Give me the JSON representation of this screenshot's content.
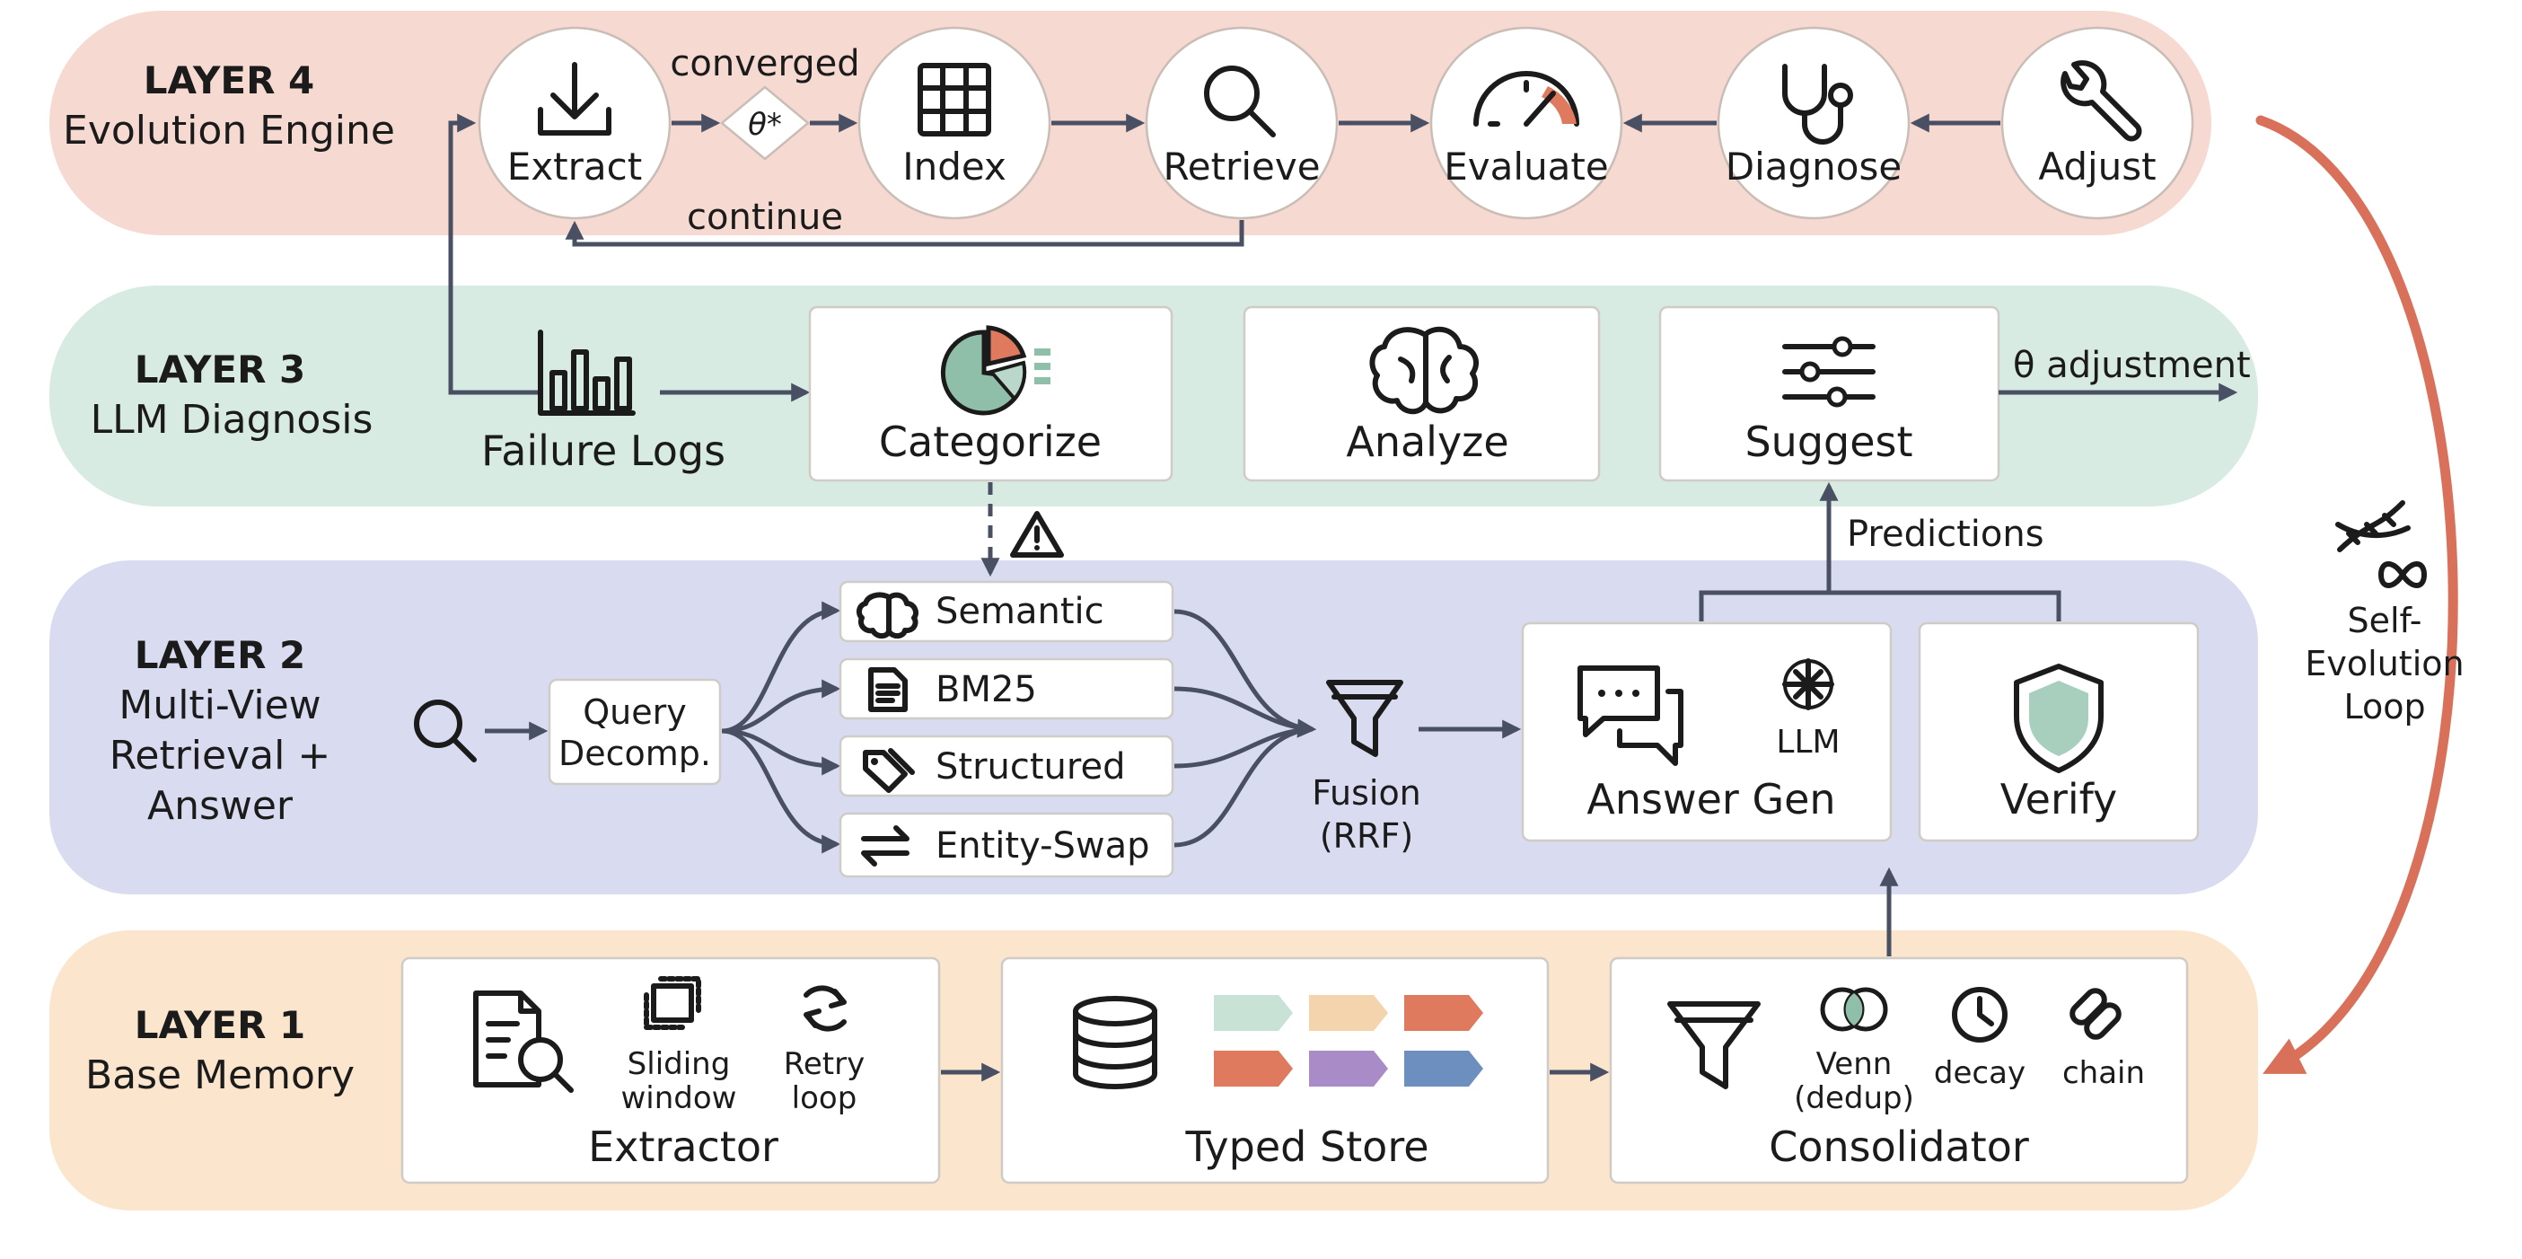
{
  "colors": {
    "layer4_band": "#f6d9d1",
    "layer3_band": "#d8ebe2",
    "layer2_band": "#d9dcf0",
    "layer1_band": "#fbe5cd",
    "arrow": "#4a5063",
    "loop_arrow": "#d9705a",
    "tag_colors": [
      "#c9e2d6",
      "#f4d4ad",
      "#e07a5f",
      "#e07a5f",
      "#a98bc8",
      "#6d8fbf"
    ]
  },
  "layer4": {
    "title": "LAYER 4",
    "subtitle": "Evolution Engine",
    "nodes": [
      {
        "label": "Extract",
        "icon": "download-icon"
      },
      {
        "label": "Index",
        "icon": "grid-icon"
      },
      {
        "label": "Retrieve",
        "icon": "search-icon"
      },
      {
        "label": "Evaluate",
        "icon": "gauge-icon"
      },
      {
        "label": "Diagnose",
        "icon": "stethoscope-icon"
      },
      {
        "label": "Adjust",
        "icon": "wrench-icon"
      }
    ],
    "decision": "θ*",
    "converged_label": "converged",
    "continue_label": "continue"
  },
  "layer3": {
    "title": "LAYER 3",
    "subtitle": "LLM Diagnosis",
    "failure_logs": "Failure Logs",
    "boxes": [
      {
        "label": "Categorize",
        "icon": "pie-chart-icon"
      },
      {
        "label": "Analyze",
        "icon": "brain-icon"
      },
      {
        "label": "Suggest",
        "icon": "sliders-icon"
      }
    ],
    "theta_adjustment": "θ adjustment",
    "predictions": "Predictions",
    "warning_icon": "warning-icon"
  },
  "layer2": {
    "title": "LAYER 2",
    "subtitle_lines": [
      "Multi-View",
      "Retrieval +",
      "Answer"
    ],
    "query_decomp_lines": [
      "Query",
      "Decomp."
    ],
    "views": [
      {
        "label": "Semantic",
        "icon": "brain-icon"
      },
      {
        "label": "BM25",
        "icon": "document-icon"
      },
      {
        "label": "Structured",
        "icon": "tags-icon"
      },
      {
        "label": "Entity-Swap",
        "icon": "swap-icon"
      }
    ],
    "fusion_lines": [
      "Fusion",
      "(RRF)"
    ],
    "answer_gen": "Answer Gen",
    "llm": "LLM",
    "verify": "Verify"
  },
  "layer1": {
    "title": "LAYER 1",
    "subtitle": "Base Memory",
    "extractor": {
      "label": "Extractor",
      "sliding_lines": [
        "Sliding",
        "window"
      ],
      "retry_lines": [
        "Retry",
        "loop"
      ]
    },
    "typed_store": {
      "label": "Typed Store"
    },
    "consolidator": {
      "label": "Consolidator",
      "venn_lines": [
        "Venn",
        "(dedup)"
      ],
      "decay": "decay",
      "chain": "chain"
    }
  },
  "loop": {
    "label_lines": [
      "Self-",
      "Evolution",
      "Loop"
    ],
    "icon": "dna-infinity-icon"
  }
}
